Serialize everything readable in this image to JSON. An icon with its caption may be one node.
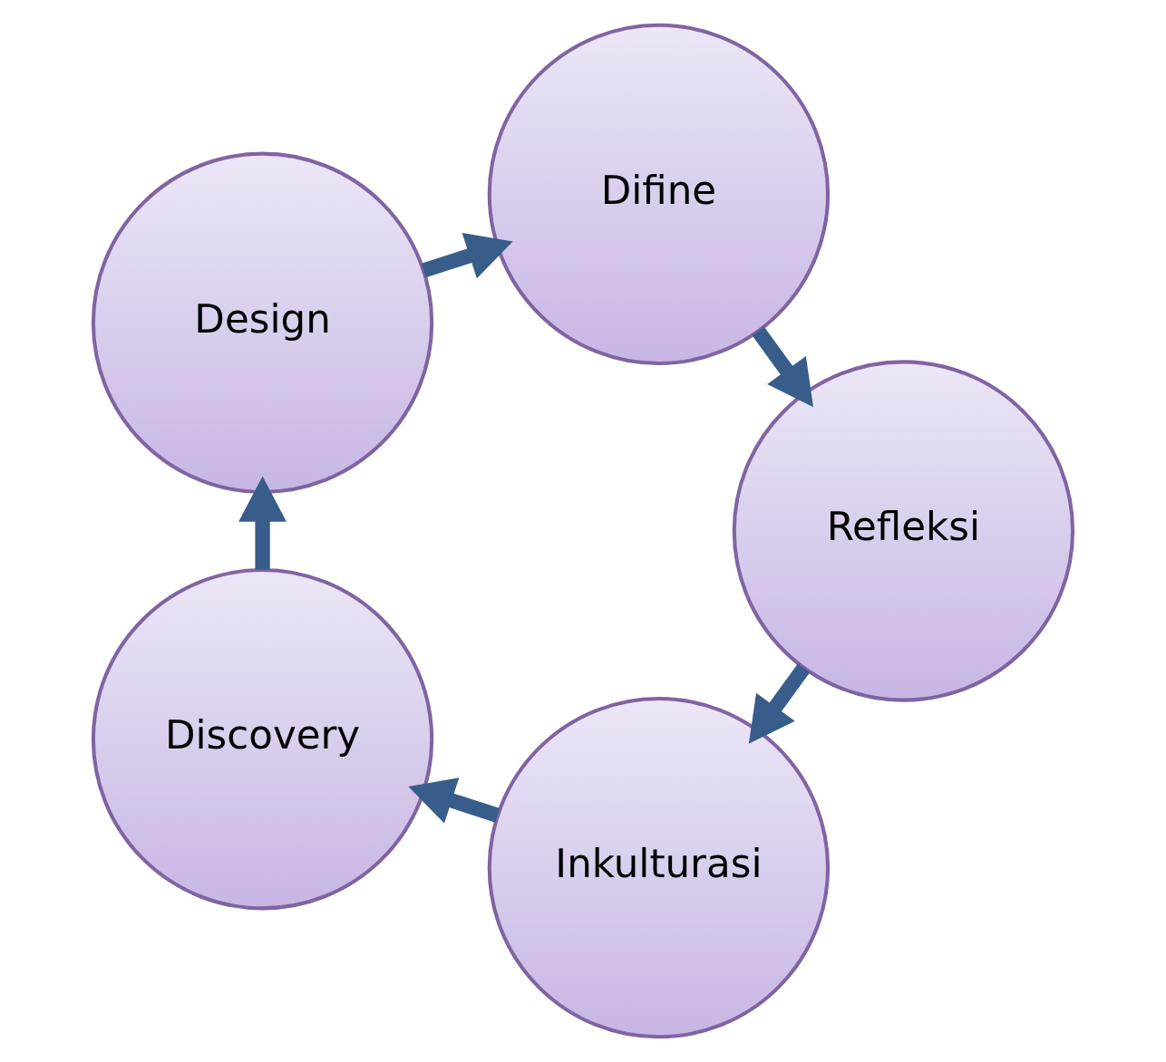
{
  "diagram": {
    "nodes": [
      {
        "text": [
          "Inkulturasi"
        ]
      },
      {
        "text": [
          "Discovery"
        ]
      },
      {
        "text": [
          "Design"
        ]
      },
      {
        "text": [
          "Difine"
        ]
      },
      {
        "text": [
          "Refleksi"
        ]
      }
    ],
    "edges": [
      {
        "from": 0,
        "to": 1,
        "arrow": "to"
      },
      {
        "from": 1,
        "to": 2,
        "arrow": "to"
      },
      {
        "from": 2,
        "to": 3,
        "arrow": "to"
      },
      {
        "from": 3,
        "to": 4,
        "arrow": "to"
      },
      {
        "from": 4,
        "to": 0,
        "arrow": "to"
      }
    ]
  }
}
